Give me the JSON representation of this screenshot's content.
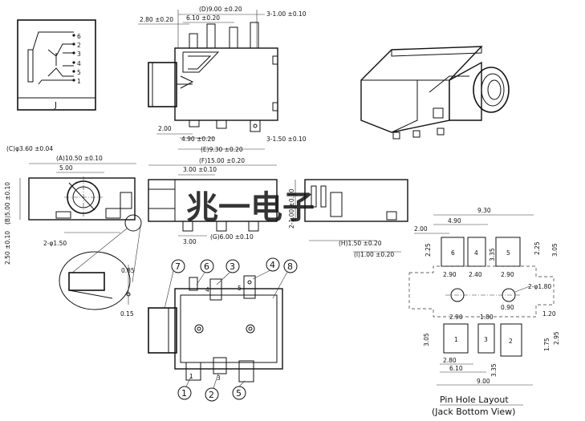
{
  "schematic": {
    "pins": [
      "6",
      "2",
      "3",
      "4",
      "5",
      "1"
    ],
    "label": "J"
  },
  "top_view": {
    "dims": {
      "d": "(D)9.00 ±0.20",
      "w1": "2.80 ±0.20",
      "w2": "6.10 ±0.20",
      "w3": "3-1.00 ±0.10",
      "h1": "2.00",
      "w4": "4.90 ±0.20",
      "e": "(E)9.30 ±0.20",
      "w5": "3-1.50 ±0.10"
    }
  },
  "front_view": {
    "dims": {
      "c": "(C)φ3.60 ±0.04",
      "a": "(A)10.50 ±0.10",
      "w": "5.00",
      "b": "(B)5.00 ±0.10",
      "h": "2.50 ±0.10",
      "hole": "2-φ1.50"
    }
  },
  "side_view": {
    "dims": {
      "f": "(F)15.00 ±0.20",
      "w1": "3.00 ±0.10",
      "w2": "3.00",
      "g": "(G)6.00 ±0.10"
    }
  },
  "end_view": {
    "dims": {
      "h": "2-1.00 ±0.10",
      "hh": "(H)1.50 ±0.20",
      "i": "(I)1.00 ±0.20"
    }
  },
  "detail": {
    "d1": "0.85",
    "d2": "0.15"
  },
  "bottom_view": {
    "pin_numbers": [
      "7",
      "6",
      "3",
      "4",
      "8",
      "1",
      "2",
      "5"
    ],
    "labels": [
      "4",
      "5",
      "1",
      "3"
    ]
  },
  "pin_layout": {
    "dims": {
      "d930": "9.30",
      "d490": "4.90",
      "d200": "2.00",
      "d225a": "2.25",
      "d335a": "3.35",
      "d225b": "2.25",
      "d305a": "3.05",
      "d290a": "2.90",
      "d240": "2.40",
      "d290b": "2.90",
      "d180": "2-φ1.80",
      "d090": "0.90",
      "d120": "1.20",
      "d290c": "2.90",
      "d180b": "1.80",
      "d305b": "3.05",
      "d175": "1.75",
      "d295": "2.95",
      "d280": "2.80",
      "d610": "6.10",
      "d335b": "3.35",
      "d900": "9.00"
    },
    "pad_labels": [
      "6",
      "4",
      "5",
      "1",
      "3",
      "2"
    ],
    "title": "Pin Hole Layout",
    "subtitle": "(Jack Bottom View)"
  },
  "watermark": "兆一电子"
}
